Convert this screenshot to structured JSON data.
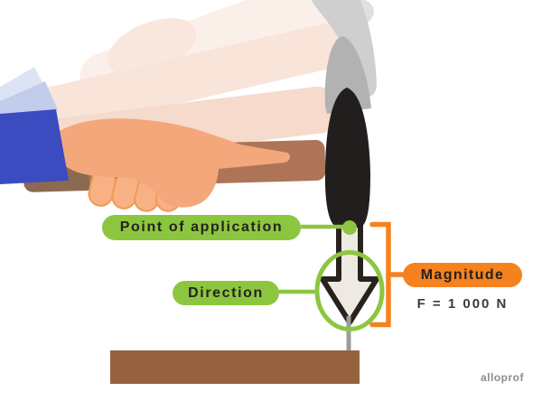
{
  "labels": {
    "point_of_application": "Point of application",
    "direction": "Direction",
    "magnitude": "Magnitude",
    "force_value": "F = 1 000 N"
  },
  "watermark": "alloprof",
  "scene": {
    "illustration": "hammer-striking-nail-with-motion-trails",
    "parts": [
      "motion-ghost-arms",
      "blue-sleeve",
      "hand-gripping-handle",
      "hammer-head",
      "hammer-claw",
      "force-arrow-down",
      "direction-circle",
      "point-of-application-dot",
      "nail",
      "wood-plank",
      "magnitude-bracket"
    ]
  },
  "colors": {
    "label_green": "#8CC63F",
    "label_orange": "#F5821F",
    "label_text": "#252220",
    "force_value_text": "#3E3A39",
    "watermark_gray": "#8C8C8C",
    "hammer_head": "#221E1E",
    "hammer_claw": "#CFCFCF",
    "handle_brown": "#AD7457",
    "handle_dark_brown": "#8C6A52",
    "wood_plank": "#96613F",
    "hand_skin": "#F4A77B",
    "finger_outline": "#EE9B54",
    "sleeve_blue": "#3B4CC0",
    "arrow_fill": "#EFEAE1",
    "arrow_outline": "#28221F",
    "nail_gray": "#9C9C9C"
  }
}
